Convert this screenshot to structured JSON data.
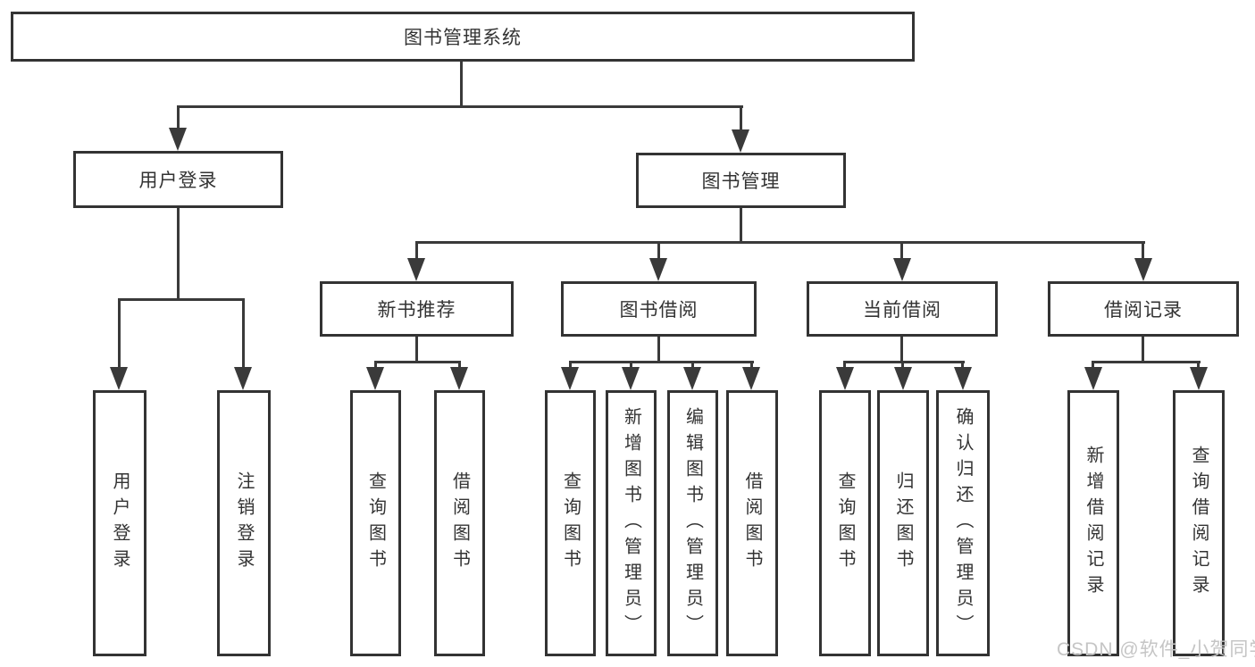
{
  "colors": {
    "line": "#3a3a3a",
    "border": "#333333",
    "text": "#333333",
    "watermark": "#c5c5c5",
    "background": "#ffffff"
  },
  "watermark": "CSDN @软件_小贺同学",
  "tree": {
    "label": "图书管理系统",
    "children": [
      {
        "label": "用户登录",
        "children": [
          {
            "label": "用户登录"
          },
          {
            "label": "注销登录"
          }
        ]
      },
      {
        "label": "图书管理",
        "children": [
          {
            "label": "新书推荐",
            "children": [
              {
                "label": "查询图书"
              },
              {
                "label": "借阅图书"
              }
            ]
          },
          {
            "label": "图书借阅",
            "children": [
              {
                "label": "查询图书"
              },
              {
                "label": "新增图书（管理员）"
              },
              {
                "label": "编辑图书（管理员）"
              },
              {
                "label": "借阅图书"
              }
            ]
          },
          {
            "label": "当前借阅",
            "children": [
              {
                "label": "查询图书"
              },
              {
                "label": "归还图书"
              },
              {
                "label": "确认归还（管理员）"
              }
            ]
          },
          {
            "label": "借阅记录",
            "children": [
              {
                "label": "新增借阅记录"
              },
              {
                "label": "查询借阅记录"
              }
            ]
          }
        ]
      }
    ]
  }
}
